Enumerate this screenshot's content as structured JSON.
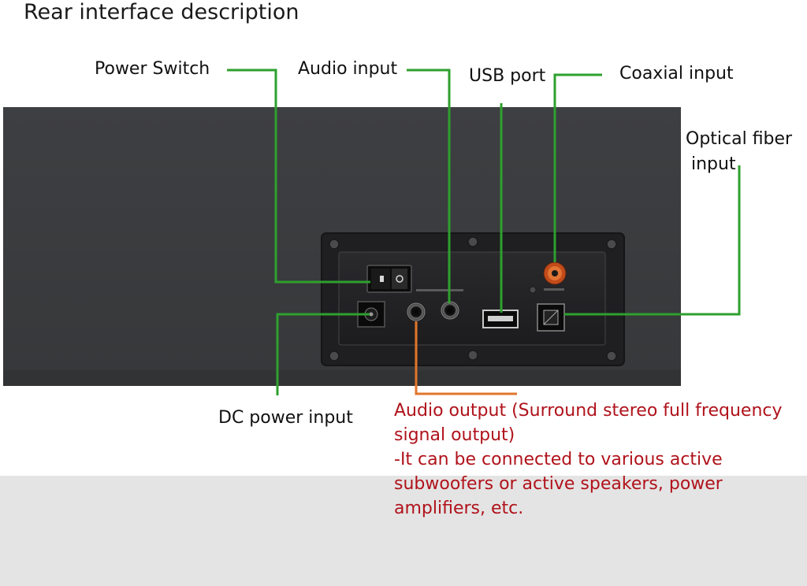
{
  "title": "Rear interface description",
  "labels": {
    "power_switch": "Power Switch",
    "audio_input": "Audio input",
    "usb_port": "USB port",
    "coaxial_input": "Coaxial input",
    "optical_line1": "Optical fiber",
    "optical_line2": "input",
    "dc_power": "DC power input"
  },
  "audio_output_note": {
    "line1": "Audio output (Surround stereo full frequency",
    "line2": "signal output)",
    "line3": "-It can be connected to various active",
    "line4": "subwoofers or active speakers, power",
    "line5": "amplifiers, etc."
  },
  "colors": {
    "leader_green": "#2ea02e",
    "leader_orange": "#e2762c",
    "note_red": "#b0121b",
    "panel_gray": "#3c3c3e"
  },
  "icons": [
    "rocker-switch-icon",
    "dc-jack-icon",
    "audio-jack-icon",
    "usb-port-icon",
    "rca-coaxial-icon",
    "optical-toslink-icon",
    "screw-icon"
  ]
}
